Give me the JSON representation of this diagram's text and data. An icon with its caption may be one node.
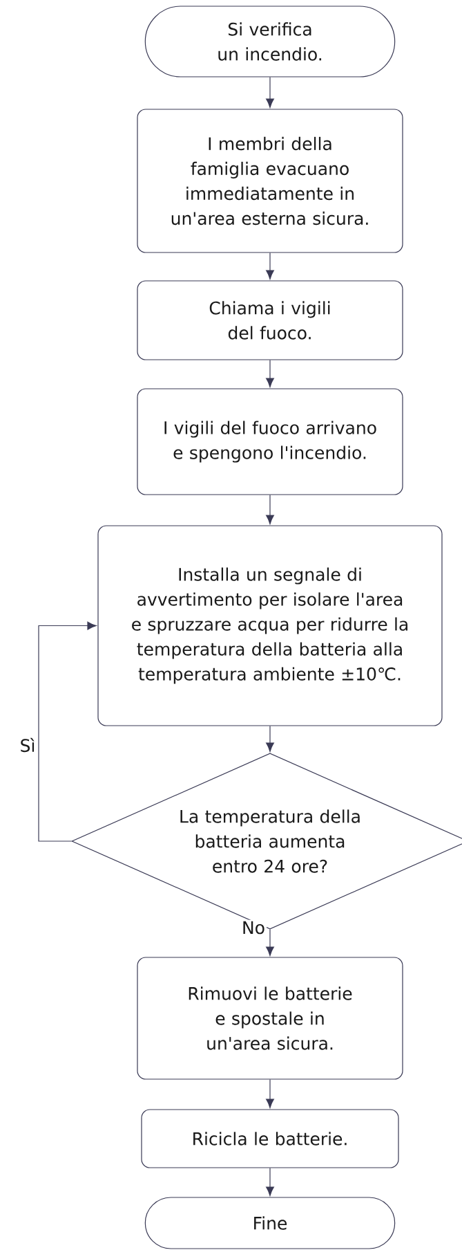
{
  "diagram": {
    "nodes": [
      {
        "text": [
          "Si verifica un incendio."
        ]
      },
      {
        "text": [
          "I membri della famiglia evacuano immediatamente in un'area esterna sicura."
        ]
      },
      {
        "text": [
          "Chiama i vigili del fuoco."
        ]
      },
      {
        "text": [
          "I vigili del fuoco arrivano e spengono l'incendio."
        ]
      },
      {
        "text": [
          "Installa un segnale di avvertimento per isolare l'area e spruzzare acqua per ridurre la temperatura della batteria alla temperatura ambiente ±10℃."
        ]
      },
      {
        "text": [
          "La temperatura della batteria aumenta entro 24 ore?"
        ]
      },
      {
        "text": [
          "Rimuovi le batterie e spostale in un'area sicura."
        ]
      },
      {
        "text": [
          "Ricicla le batterie."
        ]
      },
      {
        "text": [
          "Fine"
        ]
      }
    ],
    "edges": [
      {
        "from": 0,
        "to": 1,
        "arrow": "to"
      },
      {
        "from": 1,
        "to": 2,
        "arrow": "to"
      },
      {
        "from": 2,
        "to": 3,
        "arrow": "to"
      },
      {
        "from": 3,
        "to": 4,
        "arrow": "to"
      },
      {
        "from": 4,
        "to": 5,
        "arrow": "to"
      },
      {
        "from": 5,
        "to": 6,
        "arrow": "to",
        "label": "No"
      },
      {
        "from": 5,
        "to": 4,
        "arrow": "to",
        "label": "Sì"
      },
      {
        "from": 6,
        "to": 7,
        "arrow": "to"
      },
      {
        "from": 7,
        "to": 8,
        "arrow": "to"
      }
    ]
  }
}
